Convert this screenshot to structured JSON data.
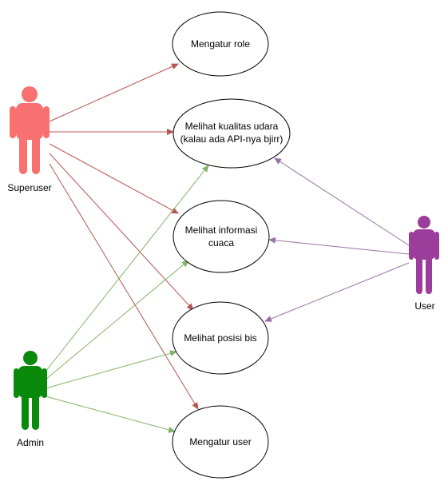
{
  "colors": {
    "superuser": "#f87070",
    "superuser_line": "#b85450",
    "admin": "#0a8a0a",
    "admin_line": "#82b366",
    "user": "#9b3d9b",
    "user_line": "#9673a6"
  },
  "actors": {
    "superuser": {
      "label": "Superuser"
    },
    "admin": {
      "label": "Admin"
    },
    "user": {
      "label": "User"
    }
  },
  "usecases": {
    "role": {
      "lines": [
        "Mengatur role"
      ]
    },
    "kualitas": {
      "lines": [
        "Melihat kualitas udara",
        "(kalau ada API-nya bjirr)"
      ]
    },
    "cuaca": {
      "lines": [
        "Melihat informasi",
        "cuaca"
      ]
    },
    "bis": {
      "lines": [
        "Melihat posisi bis"
      ]
    },
    "user": {
      "lines": [
        "Mengatur user"
      ]
    }
  }
}
